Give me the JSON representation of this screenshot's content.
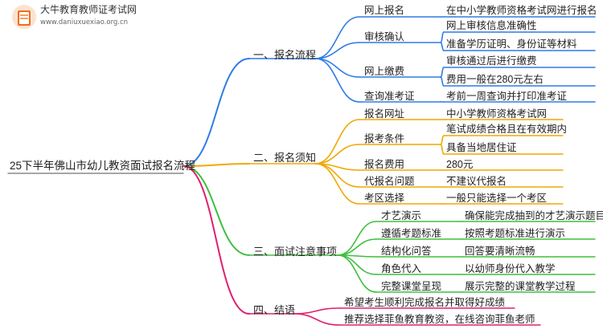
{
  "logo": {
    "name": "大牛教育教师证考试网",
    "url": "www.daniuxuexiao.org.cn"
  },
  "root": "25下半年佛山市幼儿教资面试报名流程",
  "branches": [
    {
      "label": "一、报名流程",
      "color": "#2f7be6",
      "children": [
        {
          "label": "网上报名",
          "leaves": [
            "在中小学教师资格考试网进行报名"
          ]
        },
        {
          "label": "审核确认",
          "leaves": [
            "网上审核信息准确性",
            "准备学历证明、身份证等材料"
          ]
        },
        {
          "label": "网上缴费",
          "leaves": [
            "审核通过后进行缴费",
            "费用一般在280元左右"
          ]
        },
        {
          "label": "查询准考证",
          "leaves": [
            "考前一周查询并打印准考证"
          ]
        }
      ]
    },
    {
      "label": "二、报名须知",
      "color": "#f0a800",
      "children": [
        {
          "label": "报名网址",
          "leaves": [
            "中小学教师资格考试网"
          ]
        },
        {
          "label": "报考条件",
          "leaves": [
            "笔试成绩合格且在有效期内",
            "具备当地居住证"
          ]
        },
        {
          "label": "报名费用",
          "leaves": [
            "280元"
          ]
        },
        {
          "label": "代报名问题",
          "leaves": [
            "不建议代报名"
          ]
        },
        {
          "label": "考区选择",
          "leaves": [
            "一般只能选择一个考区"
          ]
        }
      ]
    },
    {
      "label": "三、面试注意事项",
      "color": "#3fbf3f",
      "children": [
        {
          "label": "才艺演示",
          "leaves": [
            "确保能完成抽到的才艺演示题目"
          ]
        },
        {
          "label": "遵循考题标准",
          "leaves": [
            "按照考题标准进行演示"
          ]
        },
        {
          "label": "结构化问答",
          "leaves": [
            "回答要清晰流畅"
          ]
        },
        {
          "label": "角色代入",
          "leaves": [
            "以幼师身份代入教学"
          ]
        },
        {
          "label": "完整课堂呈现",
          "leaves": [
            "展示完整的课堂教学过程"
          ]
        }
      ]
    },
    {
      "label": "四、结语",
      "color": "#e0206f",
      "children": [
        {
          "label": "希望考生顺利完成报名并取得好成绩",
          "leaves": []
        },
        {
          "label": "推荐选择菲鱼教育教资，在线咨询菲鱼老师",
          "leaves": []
        }
      ]
    }
  ]
}
